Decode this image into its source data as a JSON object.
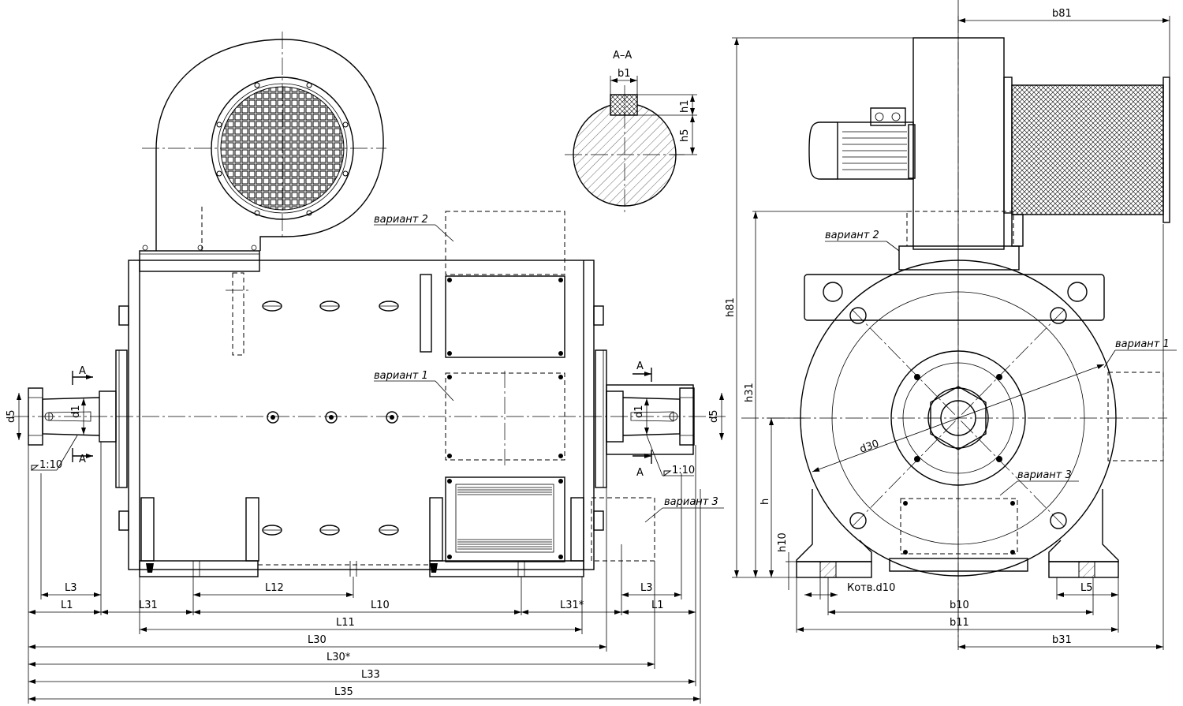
{
  "section": {
    "title": "А–А"
  },
  "variants": {
    "v1": "вариант 1",
    "v2": "вариант 2",
    "v3": "вариант 3"
  },
  "taper": "1:10",
  "section_mark": "А",
  "dims": {
    "b1": "b1",
    "h1": "h1",
    "h5": "h5",
    "d5": "d5",
    "d1": "d1",
    "L1": "L1",
    "L3": "L3",
    "L5": "L5",
    "L10": "L10",
    "L11": "L11",
    "L12": "L12",
    "L30": "L30",
    "L30s": "L30*",
    "L31": "L31",
    "L31s": "L31*",
    "L33": "L33",
    "L35": "L35",
    "h": "h",
    "h10": "h10",
    "h31": "h31",
    "h81": "h81",
    "b10": "b10",
    "b11": "b11",
    "b31": "b31",
    "b81": "b81",
    "d30": "d30",
    "kotv": "Котв.d10"
  }
}
